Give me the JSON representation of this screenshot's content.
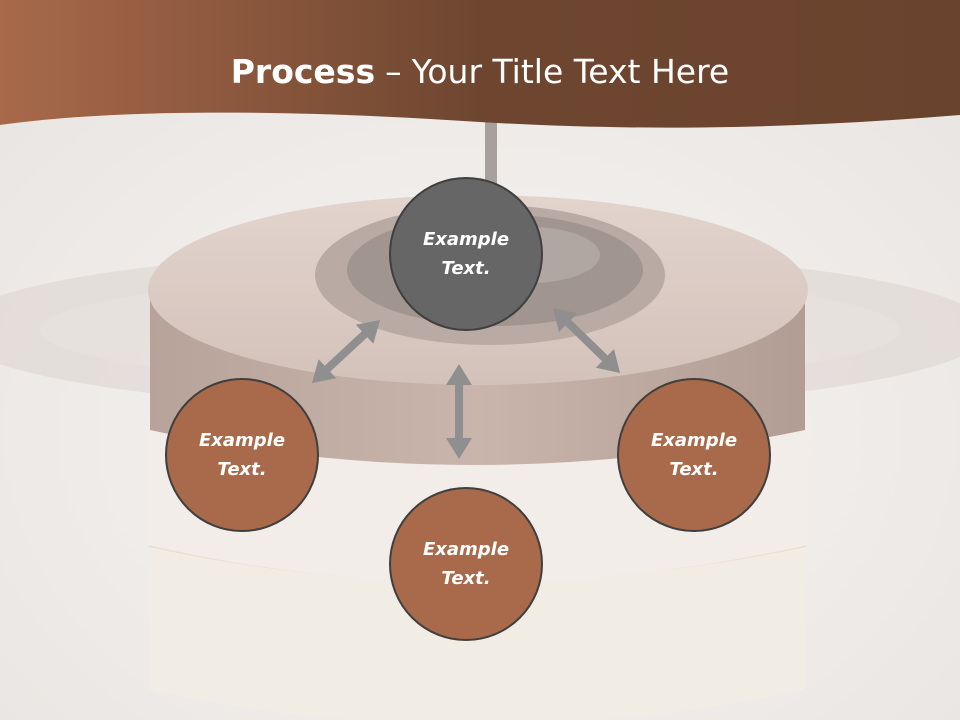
{
  "slide": {
    "title_bold": "Process",
    "title_separator": "–",
    "title_rest": "Your Title Text Here"
  },
  "colors": {
    "header_band": "#8c5a3e",
    "center_node": "#666666",
    "outer_node": "#a86a4a",
    "node_border": "#3f3f3f",
    "arrow": "#8f8f8f"
  },
  "diagram": {
    "nodes": [
      {
        "id": "center",
        "label": "Example\nText."
      },
      {
        "id": "left",
        "label": "Example\nText."
      },
      {
        "id": "bottom",
        "label": "Example\nText."
      },
      {
        "id": "right",
        "label": "Example\nText."
      }
    ],
    "connections": [
      {
        "from": "center",
        "to": "left",
        "type": "double-arrow"
      },
      {
        "from": "center",
        "to": "bottom",
        "type": "double-arrow"
      },
      {
        "from": "center",
        "to": "right",
        "type": "double-arrow"
      }
    ]
  }
}
